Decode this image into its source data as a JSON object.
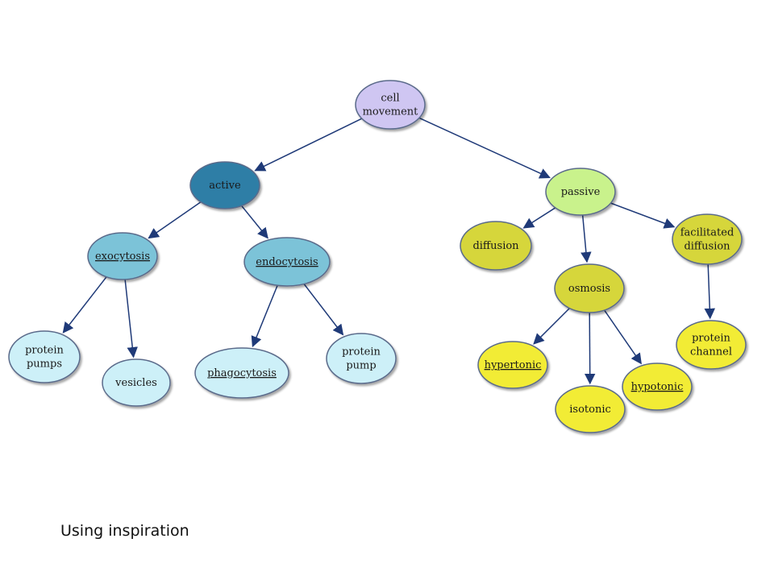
{
  "caption": "Using inspiration",
  "colors": {
    "edge": "#1f3a78",
    "root": "#cfc6f2",
    "active": "#2f7ea6",
    "active_child": "#7cc3d8",
    "active_leaf": "#cdf0f8",
    "passive": "#c9f28c",
    "passive_child": "#d6d63a",
    "passive_leaf": "#f2ec36"
  },
  "nodes": [
    {
      "id": "cell-movement",
      "lines": [
        "cell",
        "movement"
      ],
      "color": "root"
    },
    {
      "id": "active",
      "lines": [
        "active"
      ],
      "color": "active"
    },
    {
      "id": "passive",
      "lines": [
        "passive"
      ],
      "color": "passive"
    },
    {
      "id": "exocytosis",
      "lines": [
        "exocytosis"
      ],
      "color": "active_child",
      "underline": true
    },
    {
      "id": "endocytosis",
      "lines": [
        "endocytosis"
      ],
      "color": "active_child",
      "underline": true
    },
    {
      "id": "protein-pumps",
      "lines": [
        "protein",
        "pumps"
      ],
      "color": "active_leaf"
    },
    {
      "id": "vesicles",
      "lines": [
        "vesicles"
      ],
      "color": "active_leaf"
    },
    {
      "id": "phagocytosis",
      "lines": [
        "phagocytosis"
      ],
      "color": "active_leaf",
      "underline": true
    },
    {
      "id": "protein-pump",
      "lines": [
        "protein",
        "pump"
      ],
      "color": "active_leaf"
    },
    {
      "id": "diffusion",
      "lines": [
        "diffusion"
      ],
      "color": "passive_child"
    },
    {
      "id": "osmosis",
      "lines": [
        "osmosis"
      ],
      "color": "passive_child"
    },
    {
      "id": "facilitated-diffusion",
      "lines": [
        "facilitated",
        "diffusion"
      ],
      "color": "passive_child"
    },
    {
      "id": "hypertonic",
      "lines": [
        "hypertonic"
      ],
      "color": "passive_leaf",
      "underline": true
    },
    {
      "id": "isotonic",
      "lines": [
        "isotonic"
      ],
      "color": "passive_leaf"
    },
    {
      "id": "hypotonic",
      "lines": [
        "hypotonic"
      ],
      "color": "passive_leaf",
      "underline": true
    },
    {
      "id": "protein-channel",
      "lines": [
        "protein",
        "channel"
      ],
      "color": "passive_leaf"
    }
  ],
  "edges": [
    [
      "cell-movement",
      "active"
    ],
    [
      "cell-movement",
      "passive"
    ],
    [
      "active",
      "exocytosis"
    ],
    [
      "active",
      "endocytosis"
    ],
    [
      "exocytosis",
      "protein-pumps"
    ],
    [
      "exocytosis",
      "vesicles"
    ],
    [
      "endocytosis",
      "phagocytosis"
    ],
    [
      "endocytosis",
      "protein-pump"
    ],
    [
      "passive",
      "diffusion"
    ],
    [
      "passive",
      "osmosis"
    ],
    [
      "passive",
      "facilitated-diffusion"
    ],
    [
      "osmosis",
      "hypertonic"
    ],
    [
      "osmosis",
      "isotonic"
    ],
    [
      "osmosis",
      "hypotonic"
    ],
    [
      "facilitated-diffusion",
      "protein-channel"
    ]
  ]
}
